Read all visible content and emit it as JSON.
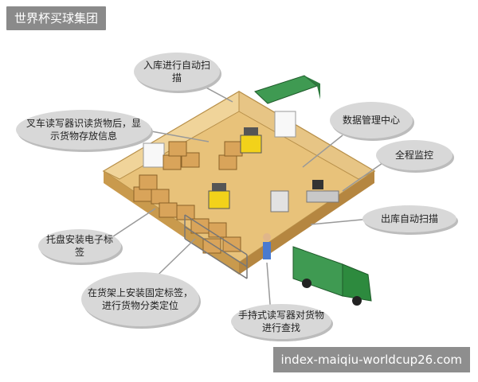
{
  "header": {
    "badge_text": "世界杯买球集团"
  },
  "watermark": {
    "text": "index-maiqiu-worldcup26.com"
  },
  "callouts": [
    {
      "id": "auto-in",
      "text": "入库进行自动扫描"
    },
    {
      "id": "forklift-reader",
      "text": "叉车读写器识读货物后，显示货物存放信息"
    },
    {
      "id": "data-center",
      "text": "数据管理中心"
    },
    {
      "id": "monitor",
      "text": "全程监控"
    },
    {
      "id": "auto-out",
      "text": "出库自动扫描"
    },
    {
      "id": "pallet-tag",
      "text": "托盘安装电子标签"
    },
    {
      "id": "shelf-tag",
      "text": "在货架上安装固定标签，进行货物分类定位"
    },
    {
      "id": "handheld",
      "text": "手持式读写器对货物进行查找"
    }
  ]
}
